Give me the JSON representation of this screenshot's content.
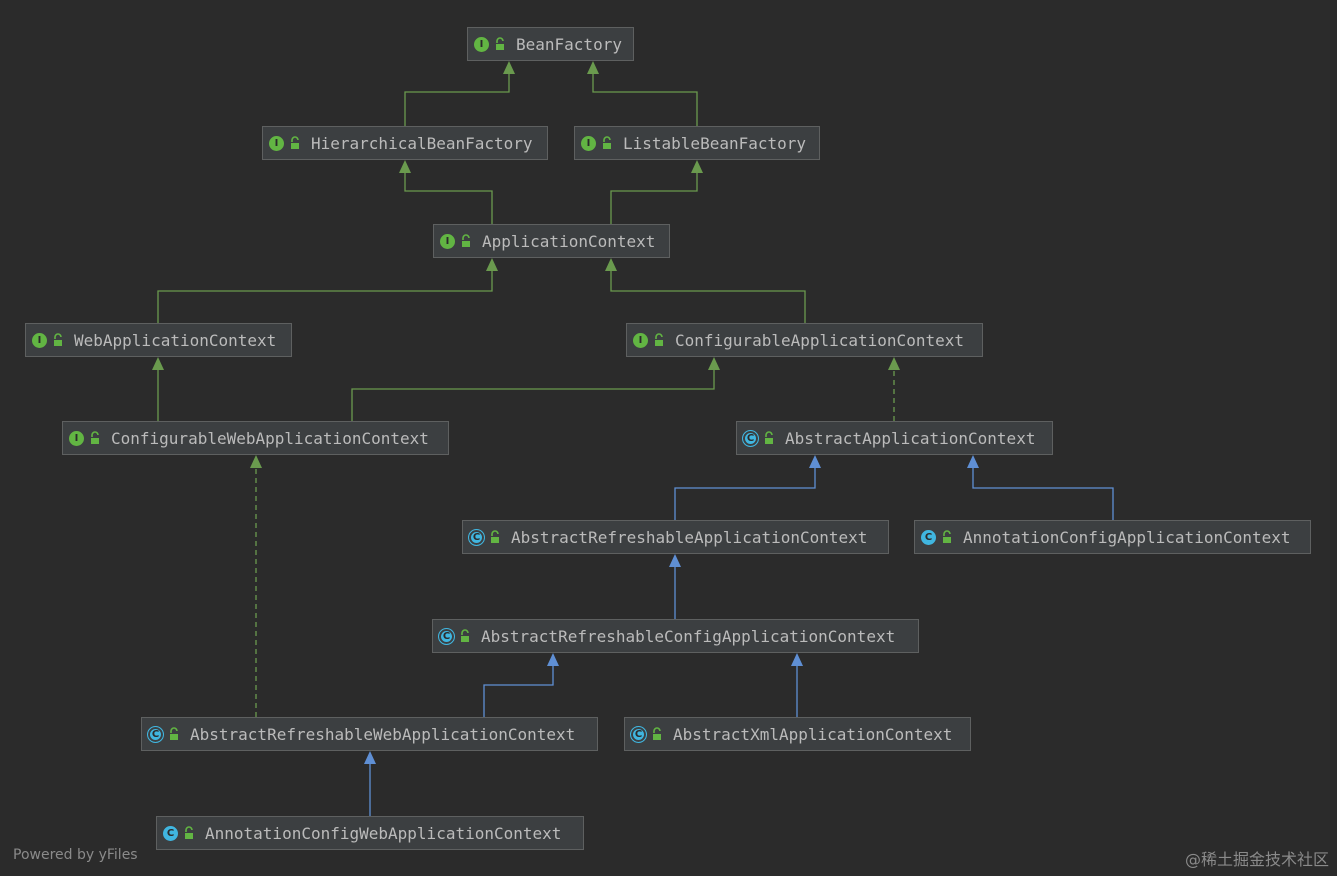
{
  "nodes": {
    "bean_factory": {
      "label": "BeanFactory",
      "kind": "interface",
      "badge": "I"
    },
    "hierarchical_bean_factory": {
      "label": "HierarchicalBeanFactory",
      "kind": "interface",
      "badge": "I"
    },
    "listable_bean_factory": {
      "label": "ListableBeanFactory",
      "kind": "interface",
      "badge": "I"
    },
    "application_context": {
      "label": "ApplicationContext",
      "kind": "interface",
      "badge": "I"
    },
    "web_application_context": {
      "label": "WebApplicationContext",
      "kind": "interface",
      "badge": "I"
    },
    "configurable_application_context": {
      "label": "ConfigurableApplicationContext",
      "kind": "interface",
      "badge": "I"
    },
    "configurable_web_application_context": {
      "label": "ConfigurableWebApplicationContext",
      "kind": "interface",
      "badge": "I"
    },
    "abstract_application_context": {
      "label": "AbstractApplicationContext",
      "kind": "abstract",
      "badge": "C"
    },
    "abstract_refreshable_application_context": {
      "label": "AbstractRefreshableApplicationContext",
      "kind": "abstract",
      "badge": "C"
    },
    "annotation_config_application_context": {
      "label": "AnnotationConfigApplicationContext",
      "kind": "class",
      "badge": "C"
    },
    "abstract_refreshable_config_application_context": {
      "label": "AbstractRefreshableConfigApplicationContext",
      "kind": "abstract",
      "badge": "C"
    },
    "abstract_refreshable_web_application_context": {
      "label": "AbstractRefreshableWebApplicationContext",
      "kind": "abstract",
      "badge": "C"
    },
    "abstract_xml_application_context": {
      "label": "AbstractXmlApplicationContext",
      "kind": "abstract",
      "badge": "C"
    },
    "annotation_config_web_application_context": {
      "label": "AnnotationConfigWebApplicationContext",
      "kind": "class",
      "badge": "C"
    }
  },
  "edges": [
    {
      "from": "hierarchical_bean_factory",
      "to": "bean_factory",
      "type": "extends-interface"
    },
    {
      "from": "listable_bean_factory",
      "to": "bean_factory",
      "type": "extends-interface"
    },
    {
      "from": "application_context",
      "to": "hierarchical_bean_factory",
      "type": "extends-interface"
    },
    {
      "from": "application_context",
      "to": "listable_bean_factory",
      "type": "extends-interface"
    },
    {
      "from": "web_application_context",
      "to": "application_context",
      "type": "extends-interface"
    },
    {
      "from": "configurable_application_context",
      "to": "application_context",
      "type": "extends-interface"
    },
    {
      "from": "configurable_web_application_context",
      "to": "web_application_context",
      "type": "extends-interface"
    },
    {
      "from": "configurable_web_application_context",
      "to": "configurable_application_context",
      "type": "extends-interface"
    },
    {
      "from": "abstract_application_context",
      "to": "configurable_application_context",
      "type": "implements"
    },
    {
      "from": "abstract_refreshable_application_context",
      "to": "abstract_application_context",
      "type": "extends-class"
    },
    {
      "from": "annotation_config_application_context",
      "to": "abstract_application_context",
      "type": "extends-class"
    },
    {
      "from": "abstract_refreshable_config_application_context",
      "to": "abstract_refreshable_application_context",
      "type": "extends-class"
    },
    {
      "from": "abstract_refreshable_web_application_context",
      "to": "abstract_refreshable_config_application_context",
      "type": "extends-class"
    },
    {
      "from": "abstract_xml_application_context",
      "to": "abstract_refreshable_config_application_context",
      "type": "extends-class"
    },
    {
      "from": "abstract_refreshable_web_application_context",
      "to": "configurable_web_application_context",
      "type": "implements"
    },
    {
      "from": "annotation_config_web_application_context",
      "to": "abstract_refreshable_web_application_context",
      "type": "extends-class"
    }
  ],
  "colors": {
    "background": "#2b2b2b",
    "interface_edge": "#6a9a4e",
    "class_edge": "#5f8fd4",
    "interface_badge": "#62b543",
    "class_badge": "#40b6e0",
    "lock_icon": "#62b543"
  },
  "footer": {
    "left": "Powered by yFiles",
    "right": "@稀土掘金技术社区"
  }
}
